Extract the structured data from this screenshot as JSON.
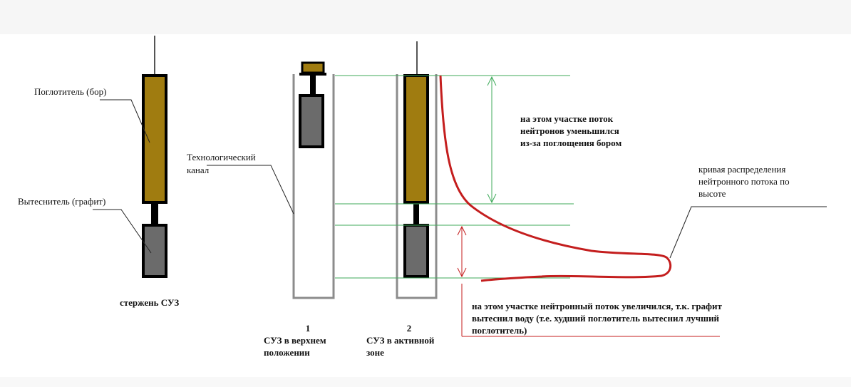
{
  "labels": {
    "absorber": "Поглотитель (бор)",
    "displacer": "Вытеснитель (графит)",
    "rod_caption": "стержень СУЗ",
    "channel_line1": "Технологический",
    "channel_line2": "канал",
    "pos1_number": "1",
    "pos1_line1": "СУЗ в верхнем",
    "pos1_line2": "положении",
    "pos2_number": "2",
    "pos2_line1": "СУЗ в активной",
    "pos2_line2": "зоне",
    "decrease_line1": "на этом участке поток",
    "decrease_line2": "нейтронов уменьшился",
    "decrease_line3": "из-за поглощения бором",
    "curve_line1": "кривая распределения",
    "curve_line2": "нейтронного потока по",
    "curve_line3": "высоте",
    "increase_line1": "на этом участке нейтронный поток увеличился, т.к. графит",
    "increase_line2": "вытеснил воду (т.е. худший поглотитель вытеснил лучший",
    "increase_line3": "поглотитель)"
  },
  "colors": {
    "absorber": "#a07c10",
    "displacer": "#6b6b6b",
    "rod_outline": "#000000",
    "channel": "#8c8c8c",
    "guide_line": "#3faa5a",
    "flux_curve": "#c41e1e",
    "leader": "#222222"
  }
}
